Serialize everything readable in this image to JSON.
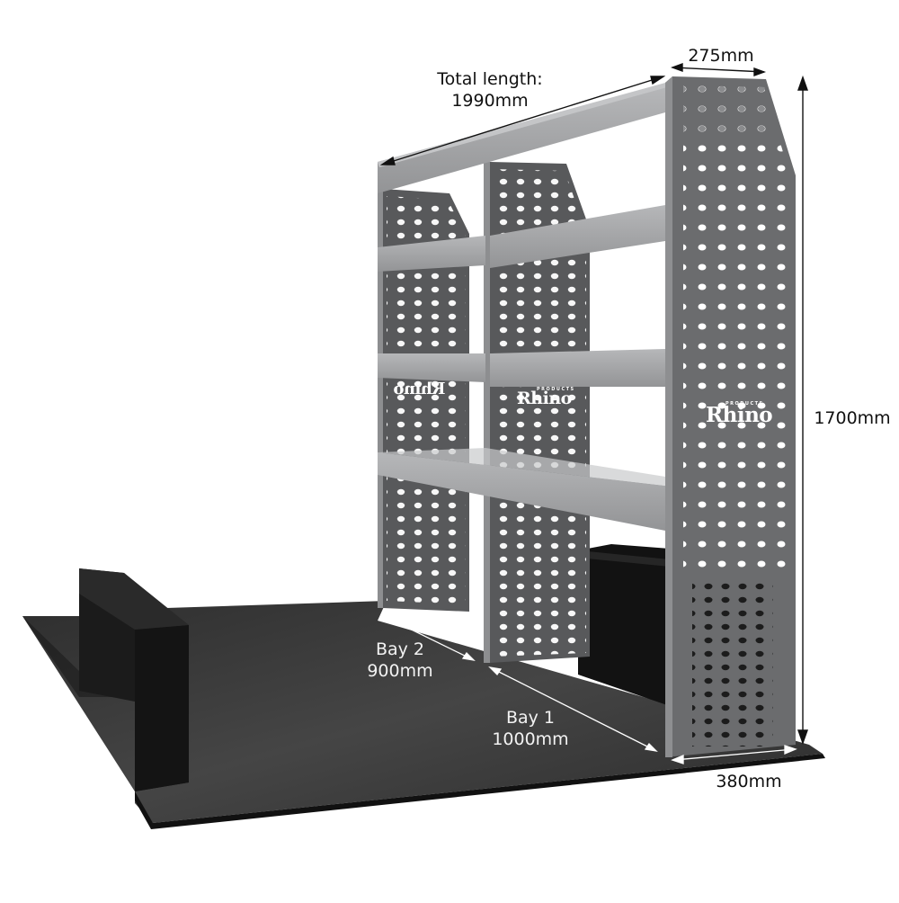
{
  "product": {
    "brand": "Rhino",
    "brand_sub": "PRODUCTS",
    "description": "Two-bay van racking unit with four shelves, perforated end panels and floor liner"
  },
  "dimensions": {
    "total_length": {
      "label": "Total length:",
      "value": "1990mm"
    },
    "depth_top": {
      "value": "275mm"
    },
    "height": {
      "value": "1700mm"
    },
    "depth_bottom": {
      "value": "380mm"
    },
    "bay_2": {
      "label": "Bay 2",
      "value": "900mm"
    },
    "bay_1": {
      "label": "Bay 1",
      "value": "1000mm"
    }
  },
  "colors": {
    "panel": "#58595b",
    "panel_edge": "#7a7b7d",
    "shelf": "#9d9ea0",
    "shelf_top": "#b4b5b7",
    "floor": "#3a3a3a",
    "floor_dark": "#1d1d1d",
    "box": "#151515",
    "arrow_dark": "#111111",
    "arrow_light": "#ffffff"
  }
}
